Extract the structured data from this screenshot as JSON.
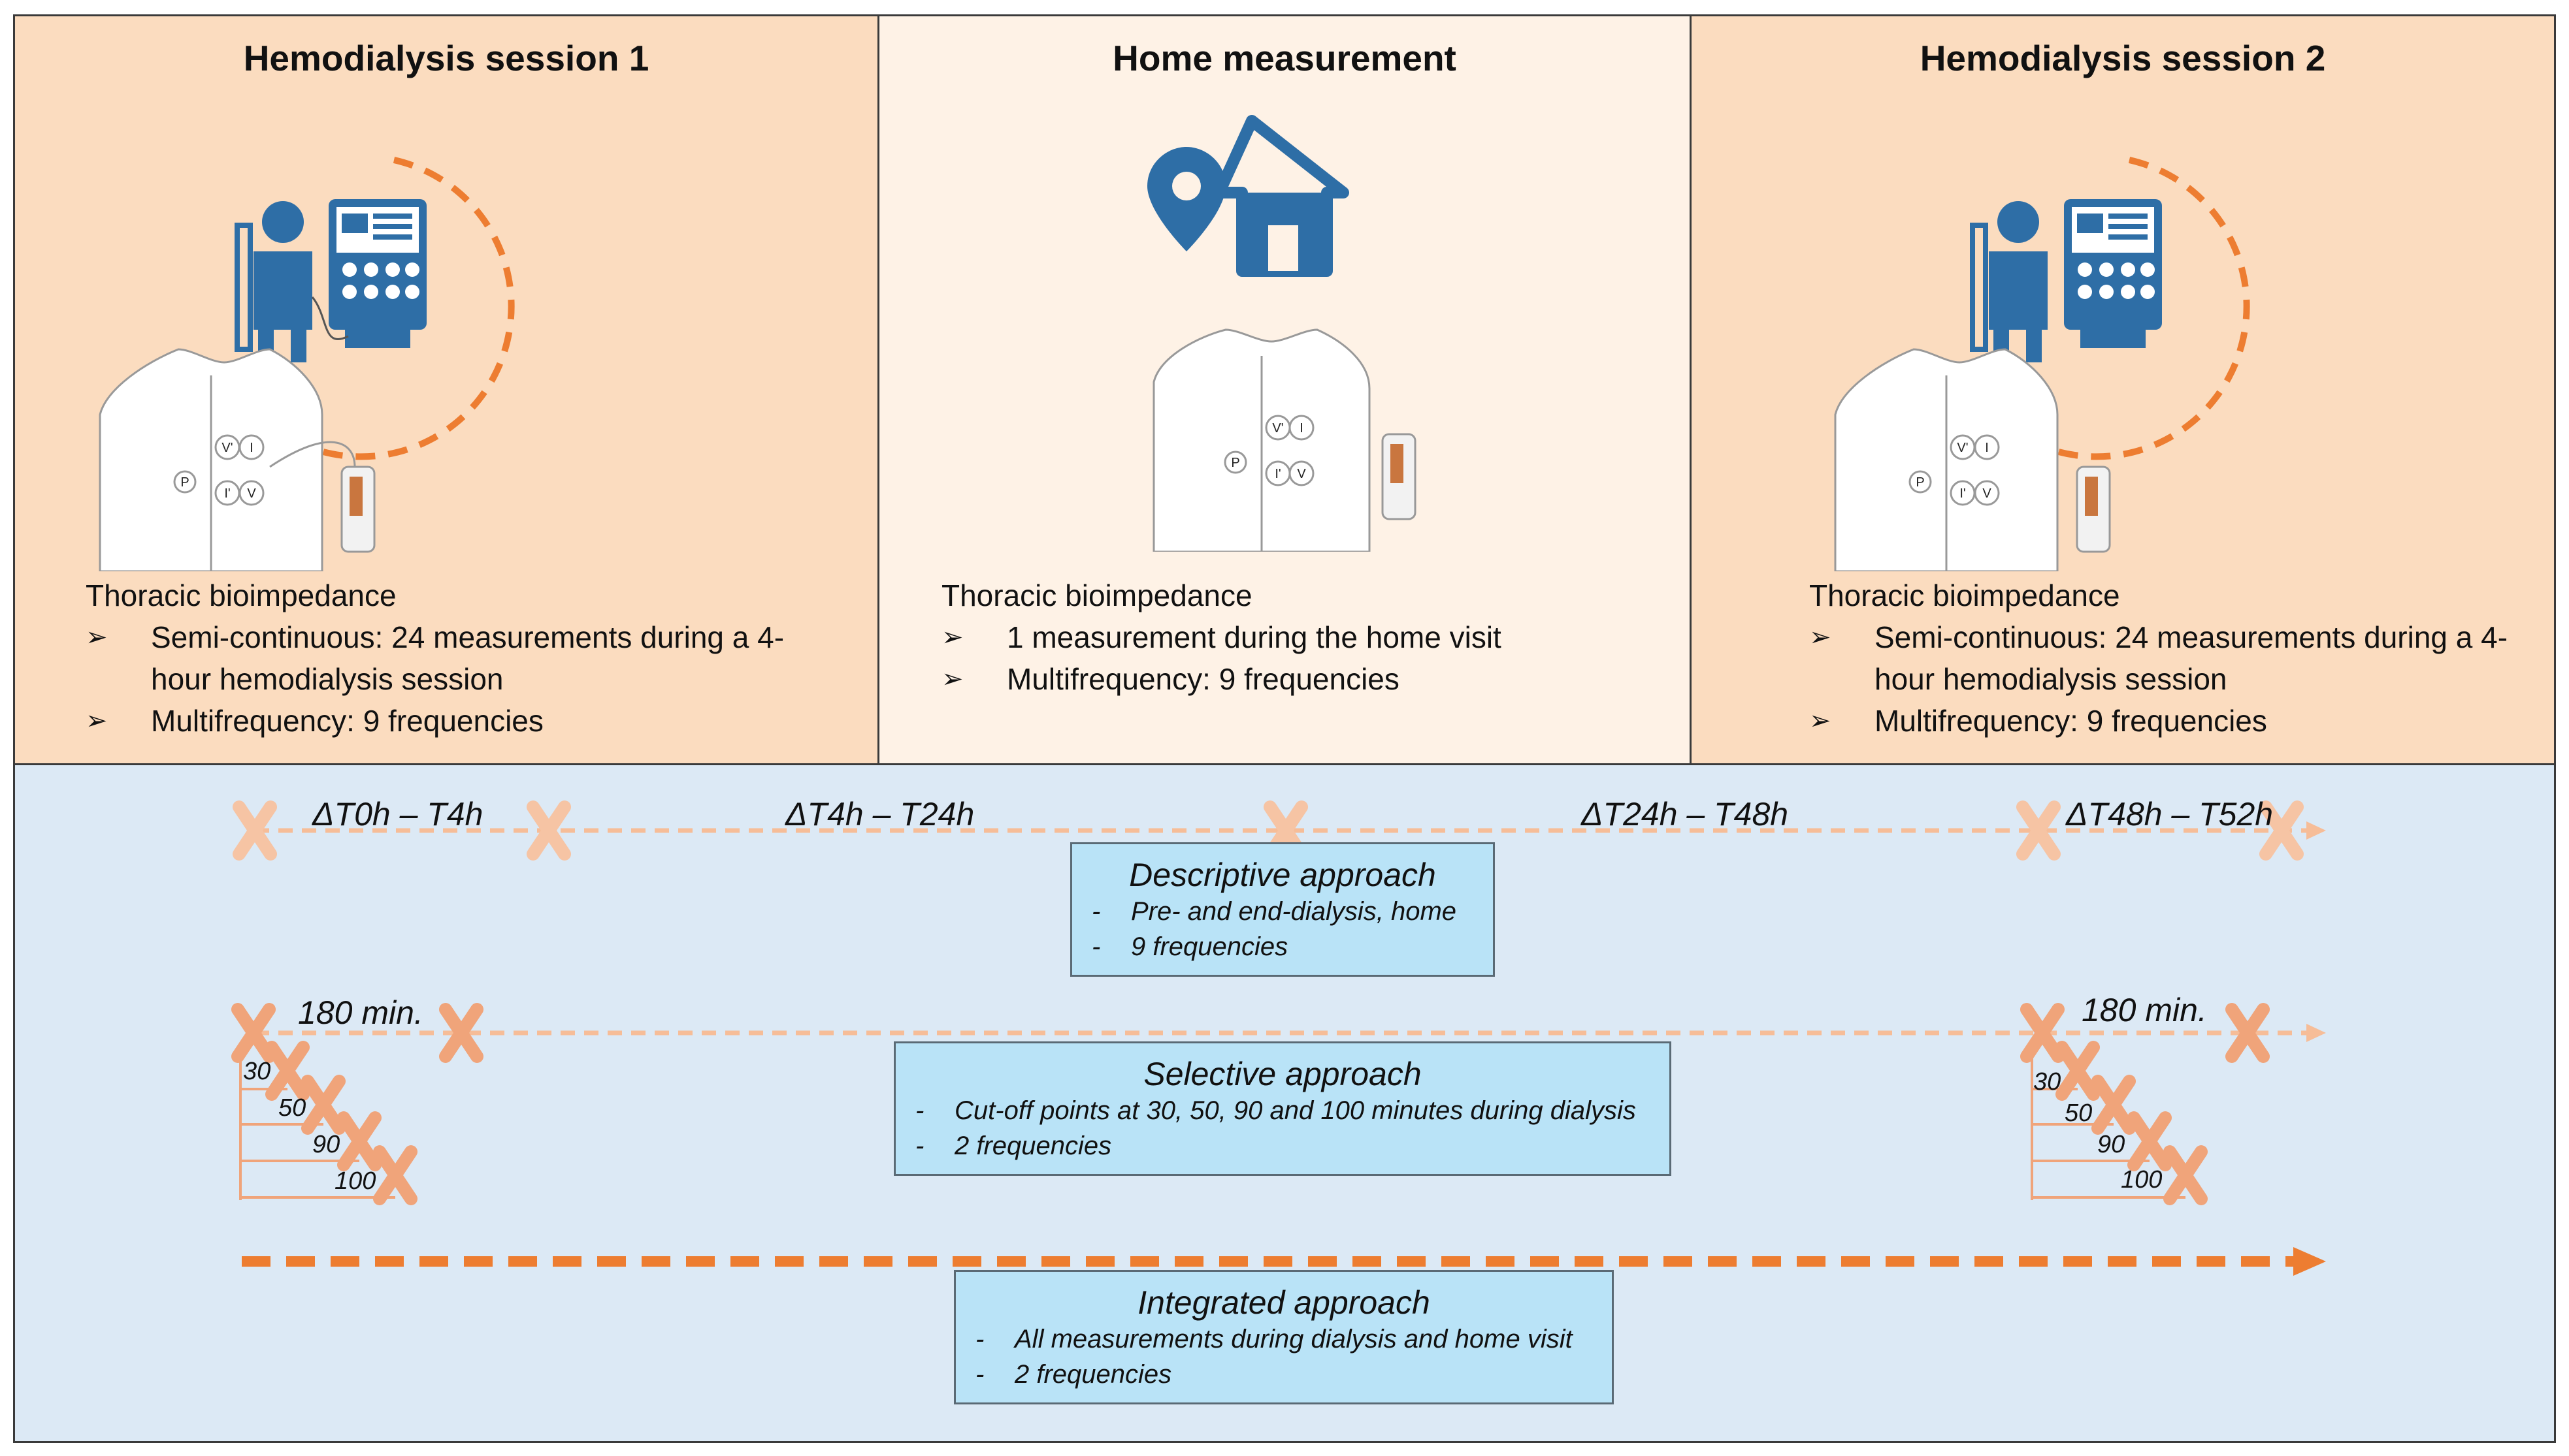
{
  "panels": [
    {
      "title": "Hemodialysis session 1",
      "heading": "Thoracic bioimpedance",
      "bullets": [
        "Semi-continuous: 24 measurements during a 4-hour hemodialysis session",
        "Multifrequency: 9 frequencies"
      ]
    },
    {
      "title": "Home measurement",
      "heading": "Thoracic bioimpedance",
      "bullets": [
        "1 measurement during the home visit",
        "Multifrequency: 9 frequencies"
      ]
    },
    {
      "title": "Hemodialysis session 2",
      "heading": "Thoracic bioimpedance",
      "bullets": [
        "Semi-continuous: 24 measurements during a 4-hour hemodialysis session",
        "Multifrequency: 9 frequencies"
      ]
    }
  ],
  "electrodes": [
    "V'",
    "I",
    "I'",
    "V",
    "P"
  ],
  "timeline": {
    "intervals": [
      "ΔT0h – T4h",
      "ΔT4h – T24h",
      "ΔT24h – T48h",
      "ΔT48h – T52h"
    ],
    "duration_label": "180 min.",
    "cutoffs": [
      "30",
      "50",
      "90",
      "100"
    ]
  },
  "approaches": [
    {
      "title": "Descriptive approach",
      "items": [
        "Pre- and end-dialysis, home",
        "9 frequencies"
      ]
    },
    {
      "title": "Selective approach",
      "items": [
        "Cut-off points at 30, 50, 90 and 100 minutes during dialysis",
        "2 frequencies"
      ]
    },
    {
      "title": "Integrated approach",
      "items": [
        "All measurements during dialysis and home visit",
        "2 frequencies"
      ]
    }
  ],
  "colors": {
    "panel_side": "#fbdcbf",
    "panel_center": "#fef2e6",
    "timeline_bg": "#dce9f5",
    "box": "#b9e3f7",
    "orange": "#ed7d31",
    "light_orange": "#f6bd98",
    "icon_blue": "#2e6ea6"
  }
}
